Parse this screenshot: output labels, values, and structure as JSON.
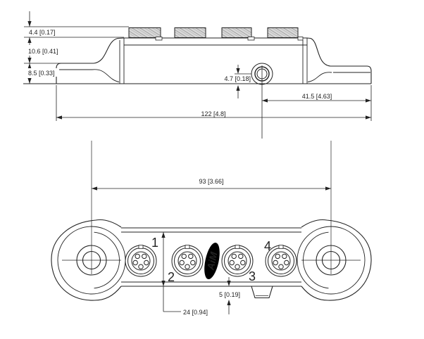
{
  "side_view": {
    "dimensions": {
      "connector_height": "4.4 [0.17]",
      "body_height": "10.6 [0.41]",
      "flange_height": "8.5 [0.33]",
      "button_offset": "4.7 [0.18]",
      "button_to_end": "41.5 [4.63]",
      "overall_length": "122 [4.8]"
    }
  },
  "bottom_view": {
    "dimensions": {
      "hole_spacing": "93 [3.66]",
      "body_width": "24 [0.94]",
      "tab_height": "5 [0.19]"
    },
    "connector_labels": [
      "1",
      "2",
      "3",
      "4"
    ],
    "logo_text": "AiM"
  },
  "colors": {
    "line": "#222222",
    "hatch_fill": "#d9d9d9",
    "hatch_stroke": "#8c8c8c",
    "logo_bg": "#000000",
    "logo_text": "#ffffff"
  }
}
